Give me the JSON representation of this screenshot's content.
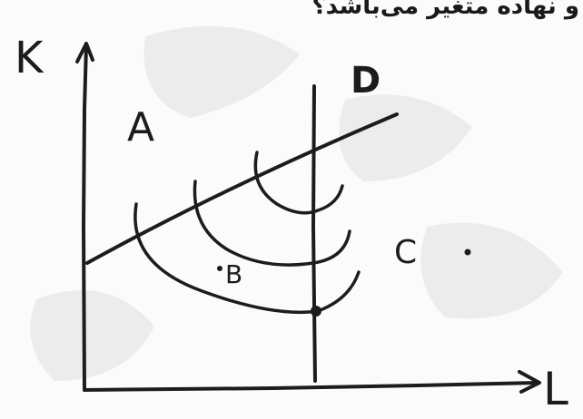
{
  "header": {
    "question_fragment": "و نهاده متغیر می‌باشد؟"
  },
  "diagram": {
    "axis_labels": {
      "y": "K",
      "x": "L"
    },
    "region_labels": {
      "a": "A",
      "c": "C",
      "d": "D"
    },
    "point_labels": {
      "b": "B"
    }
  },
  "colors": {
    "ink": "#1c1c1c",
    "background": "#fbfbfb",
    "watermark": "#ececec"
  }
}
